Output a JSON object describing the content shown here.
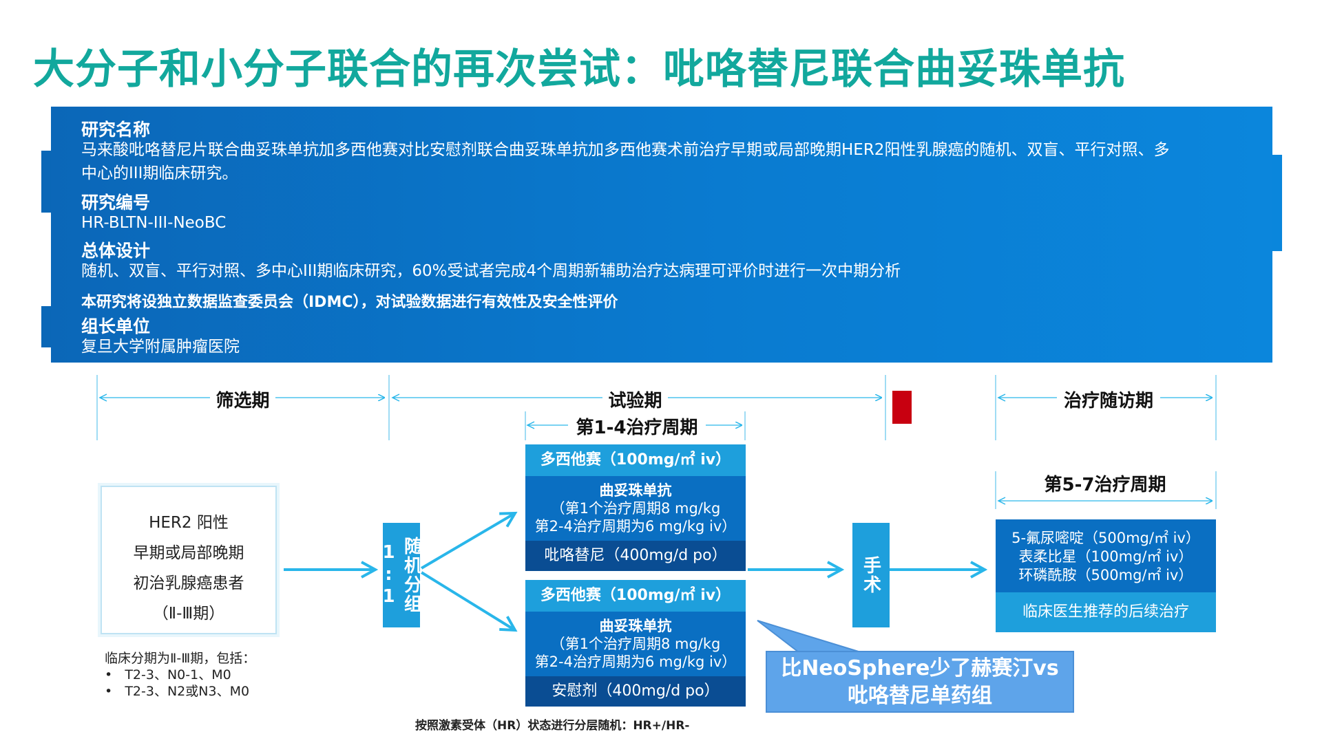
{
  "title": "大分子和小分子联合的再次尝试：吡咯替尼联合曲妥珠单抗",
  "info": {
    "study_name_heading": "研究名称",
    "study_name_line1": "马来酸吡咯替尼片联合曲妥珠单抗加多西他赛对比安慰剂联合曲妥珠单抗加多西他赛术前治疗早期或局部晚期HER2阳性乳腺癌的随机、双盲、平行对照、多",
    "study_name_line2": "中心的III期临床研究。",
    "study_id_heading": "研究编号",
    "study_id": "HR-BLTN-III-NeoBC",
    "design_heading": "总体设计",
    "design_text": "随机、双盲、平行对照、多中心III期临床研究，60%受试者完成4个周期新辅助治疗达病理可评价时进行一次中期分析",
    "idmc_text": "本研究将设独立数据监查委员会（IDMC），对试验数据进行有效性及安全性评价",
    "lead_heading": "组长单位",
    "lead_text": "复旦大学附属肿瘤医院"
  },
  "phases": {
    "screening": "筛选期",
    "trial": "试验期",
    "cycles_1_4": "第1-4治疗周期",
    "followup": "治疗随访期",
    "cycles_5_7": "第5-7治疗周期"
  },
  "patient": {
    "line1": "HER2 阳性",
    "line2": "早期或局部晚期",
    "line3": "初治乳腺癌患者",
    "line4": "（Ⅱ-Ⅲ期）",
    "staging_note": "临床分期为Ⅱ-Ⅲ期，包括：",
    "bullet1": "T2-3、N0-1、M0",
    "bullet2": "T2-3、N2或N3、M0"
  },
  "randomization": "随机分组1:1",
  "arm_a": {
    "docetaxel": "多西他赛（100mg/㎡ iv）",
    "trastuzumab_title": "曲妥珠单抗",
    "trastuzumab_dose1": "（第1个治疗周期8 mg/kg",
    "trastuzumab_dose2": "第2-4治疗周期为6 mg/kg iv）",
    "drug": "吡咯替尼（400mg/d po）"
  },
  "arm_b": {
    "docetaxel": "多西他赛（100mg/㎡ iv）",
    "trastuzumab_title": "曲妥珠单抗",
    "trastuzumab_dose1": "（第1个治疗周期8 mg/kg",
    "trastuzumab_dose2": "第2-4治疗周期为6 mg/kg iv）",
    "drug": "安慰剂（400mg/d po）"
  },
  "surgery": "手术",
  "followup_regimen": {
    "line1": "5-氟尿嘧啶（500mg/㎡ iv）",
    "line2": "表柔比星（100mg/㎡ iv）",
    "line3": "环磷酰胺（500mg/㎡ iv）",
    "subsequent": "临床医生推荐的后续治疗"
  },
  "callout": {
    "line1": "比NeoSphere少了赫赛汀vs",
    "line2": "吡咯替尼单药组"
  },
  "stratification_note": "按照激素受体（HR）状态进行分层随机：HR+/HR-",
  "colors": {
    "title": "#12a89d",
    "panel": "#0a7bd0",
    "light_blue": "#1e9fdc",
    "mid_blue": "#0a6fc2",
    "dark_blue": "#0a4d93",
    "arrow": "#29b6ea",
    "surgery_marker": "#c80010",
    "callout": "#5ea4ea"
  }
}
